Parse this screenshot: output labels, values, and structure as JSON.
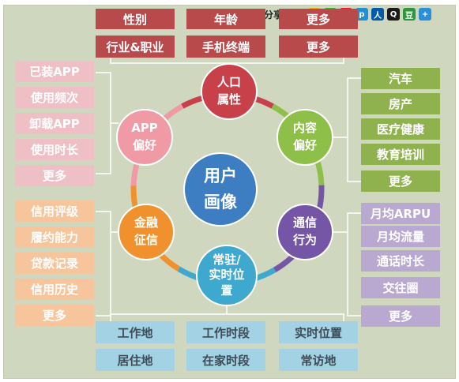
{
  "share": {
    "label": "分享到：",
    "icons": [
      {
        "name": "qzone-icon",
        "color": "#f5b400",
        "glyph": "★"
      },
      {
        "name": "wechat-icon",
        "color": "#3eb135",
        "glyph": "✆"
      },
      {
        "name": "weibo-icon",
        "color": "#e6162d",
        "glyph": "微"
      },
      {
        "name": "tencent-weibo-icon",
        "color": "#1e90d6",
        "glyph": "p"
      },
      {
        "name": "renren-icon",
        "color": "#005baa",
        "glyph": "人"
      },
      {
        "name": "qq-icon",
        "color": "#1a1a1a",
        "glyph": "Q"
      },
      {
        "name": "douban-icon",
        "color": "#2e963d",
        "glyph": "豆"
      },
      {
        "name": "more-share-icon",
        "color": "#2b8fd8",
        "glyph": "+"
      }
    ]
  },
  "center": {
    "line1": "用户",
    "line2": "画像",
    "color": "#3d7dc2"
  },
  "nodes": {
    "top": {
      "line1": "人口",
      "line2": "属性",
      "color": "#c8404a"
    },
    "upper_right": {
      "line1": "内容",
      "line2": "偏好",
      "color": "#8ebf48"
    },
    "lower_right": {
      "line1": "通信",
      "line2": "行为",
      "color": "#7556a6"
    },
    "bottom": {
      "line1": "常驻/",
      "line2": "实时位",
      "line3": "置",
      "color": "#3fa8cf"
    },
    "lower_left": {
      "line1": "金融",
      "line2": "征信",
      "color": "#f0912d"
    },
    "upper_left": {
      "line1": "APP",
      "line2": "偏好",
      "color": "#ef9aa5"
    }
  },
  "ring_colors": {
    "top": "#c8404a",
    "upper_right": "#8ebf48",
    "lower_right": "#7556a6",
    "bottom": "#3fa8cf",
    "lower_left": "#f0912d",
    "upper_left": "#ef9aa5"
  },
  "top_group": {
    "row1": [
      "性别",
      "年龄",
      "更多"
    ],
    "row2": [
      "行业&职业",
      "手机终端",
      "更多"
    ]
  },
  "right_green": [
    "汽车",
    "房产",
    "医疗健康",
    "教育培训",
    "更多"
  ],
  "right_purple": [
    "月均ARPU",
    "月均流量",
    "通话时长",
    "交往圈",
    "更多"
  ],
  "left_pink": [
    "已装APP",
    "使用频次",
    "卸载APP",
    "使用时长",
    "更多"
  ],
  "left_orange": [
    "信用评级",
    "履约能力",
    "贷款记录",
    "信用历史",
    "更多"
  ],
  "bottom_group": {
    "row1": [
      "工作地",
      "工作时段",
      "实时位置"
    ],
    "row2": [
      "居住地",
      "在家时段",
      "常访地"
    ]
  }
}
